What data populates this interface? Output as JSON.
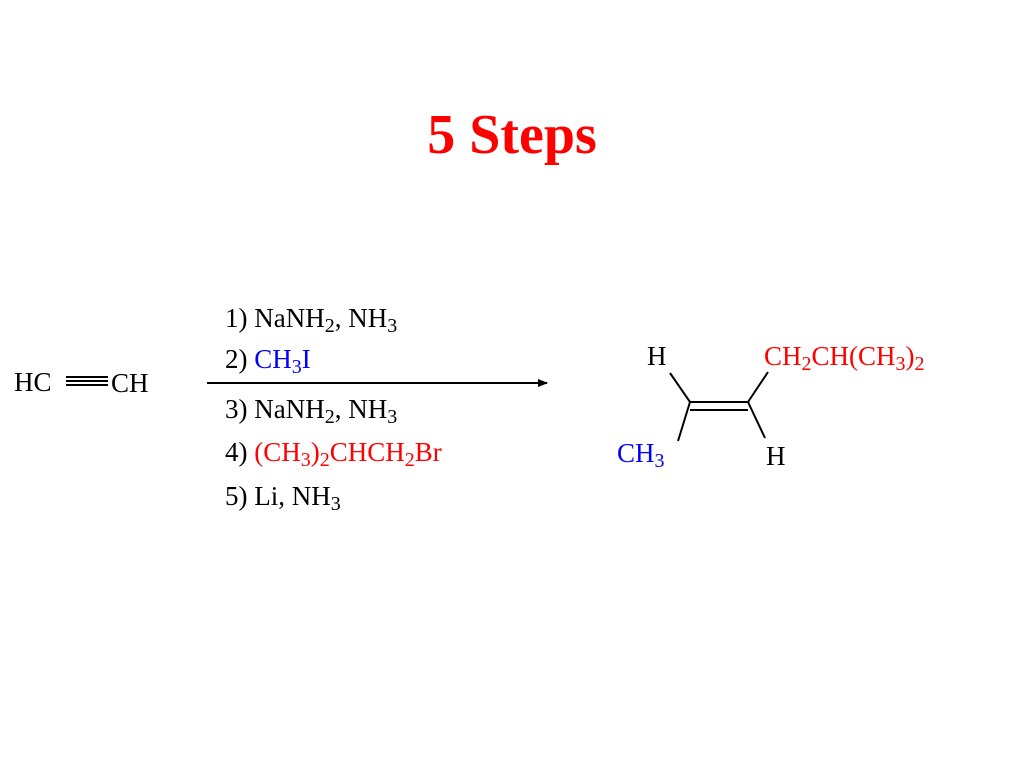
{
  "title": "5 Steps",
  "colors": {
    "title": "#ff0000",
    "reagent_blue": "#0000ff",
    "reagent_red": "#ff0000",
    "text": "#000000"
  },
  "reactant": {
    "left": "HC",
    "right": "CH"
  },
  "steps": {
    "s1": {
      "num": "1) ",
      "a": "NaNH",
      "a_sub": "2",
      "b": ", NH",
      "b_sub": "3"
    },
    "s2": {
      "num": "2) ",
      "a": "CH",
      "a_sub": "3",
      "b": "I"
    },
    "s3": {
      "num": "3) ",
      "a": "NaNH",
      "a_sub": "2",
      "b": ", NH",
      "b_sub": "3"
    },
    "s4": {
      "num": "4) ",
      "p1": "(CH",
      "p1_sub": "3",
      "p2": ")",
      "p2_sub": "2",
      "p3": "CHCH",
      "p3_sub": "2",
      "p4": "Br"
    },
    "s5": {
      "num": "5) ",
      "a": "Li, NH",
      "a_sub": "3"
    }
  },
  "product": {
    "h_top": "H",
    "h_bottom": "H",
    "methyl": {
      "a": "CH",
      "a_sub": "3"
    },
    "isobutyl": {
      "p1": "CH",
      "p1_sub": "2",
      "p2": "CH(CH",
      "p2_sub": "3",
      "p3": ")",
      "p3_sub": "2"
    }
  }
}
